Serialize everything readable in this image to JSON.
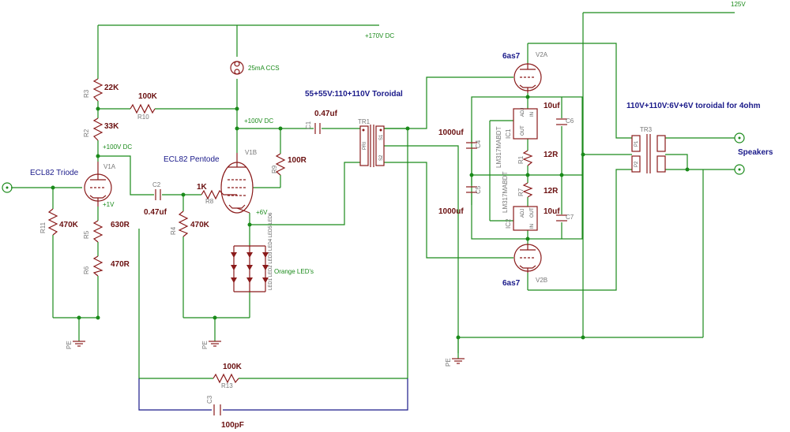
{
  "diagram": {
    "supply_125": "125V",
    "supply_170": "+170V DC",
    "supply_100_left": "+100V DC",
    "supply_100_right": "+100V DC",
    "plus_1v": "+1V",
    "plus_6v": "+6V",
    "ccs_label": "25mA CCS",
    "triode_title": "ECL82 Triode",
    "pentode_title": "ECL82 Pentode",
    "toroid1_title": "55+55V:110+110V Toroidal",
    "toroid2_title": "110V+110V:6V+6V toroidal for 4ohm",
    "speakers": "Speakers",
    "tube_6as7_top": "6as7",
    "tube_6as7_bottom": "6as7",
    "orange_leds": "Orange LED's",
    "values": {
      "r_22k": "22K",
      "r_100k_top": "100K",
      "r_33k": "33K",
      "r_470k_left": "470K",
      "r_630r": "630R",
      "r_470r": "470R",
      "c_047_left": "0.47uf",
      "r_1k": "1K",
      "r_470k_mid": "470K",
      "r_100r": "100R",
      "c_047_top": "0.47uf",
      "r_100k_fb": "100K",
      "c_100pf": "100pF",
      "c_10uf_top": "10uf",
      "c_1000uf_top": "1000uf",
      "r_12r_top": "12R",
      "r_12r_bot": "12R",
      "c_1000uf_bot": "1000uf",
      "c_10uf_bot": "10uf"
    },
    "refs": {
      "r3": "R3",
      "r10": "R10",
      "r2": "R2",
      "r11": "R11",
      "r5": "R5",
      "r6": "R6",
      "c2": "C2",
      "r8": "R8",
      "r4": "R4",
      "r9": "R9",
      "r13": "R13",
      "c3": "C3",
      "c1": "C1",
      "tr1": "TR1",
      "tr3": "TR3",
      "v1a": "V1A",
      "v1b": "V1B",
      "v2a": "V2A",
      "v2b": "V2B",
      "c4": "C4",
      "c5": "C5",
      "c6": "C6",
      "c7": "C7",
      "ic1": "IC1",
      "ic2": "IC2",
      "r1": "R1",
      "r7": "R7",
      "lm1": "LM317MABDT",
      "lm2": "LM317MABDT",
      "pe1": "PE",
      "pe2": "PE",
      "pe3": "PE",
      "adj1": "ADJ",
      "in1": "IN",
      "out1": "OUT",
      "adj2": "ADJ",
      "in2": "IN",
      "out2": "OUT",
      "pri": "PRI",
      "s1": "S1",
      "s2": "S2",
      "p1": "P1",
      "p2": "P2",
      "led_refs": "LED1 LED2 LED3 LED4 LED5 LED6"
    }
  }
}
